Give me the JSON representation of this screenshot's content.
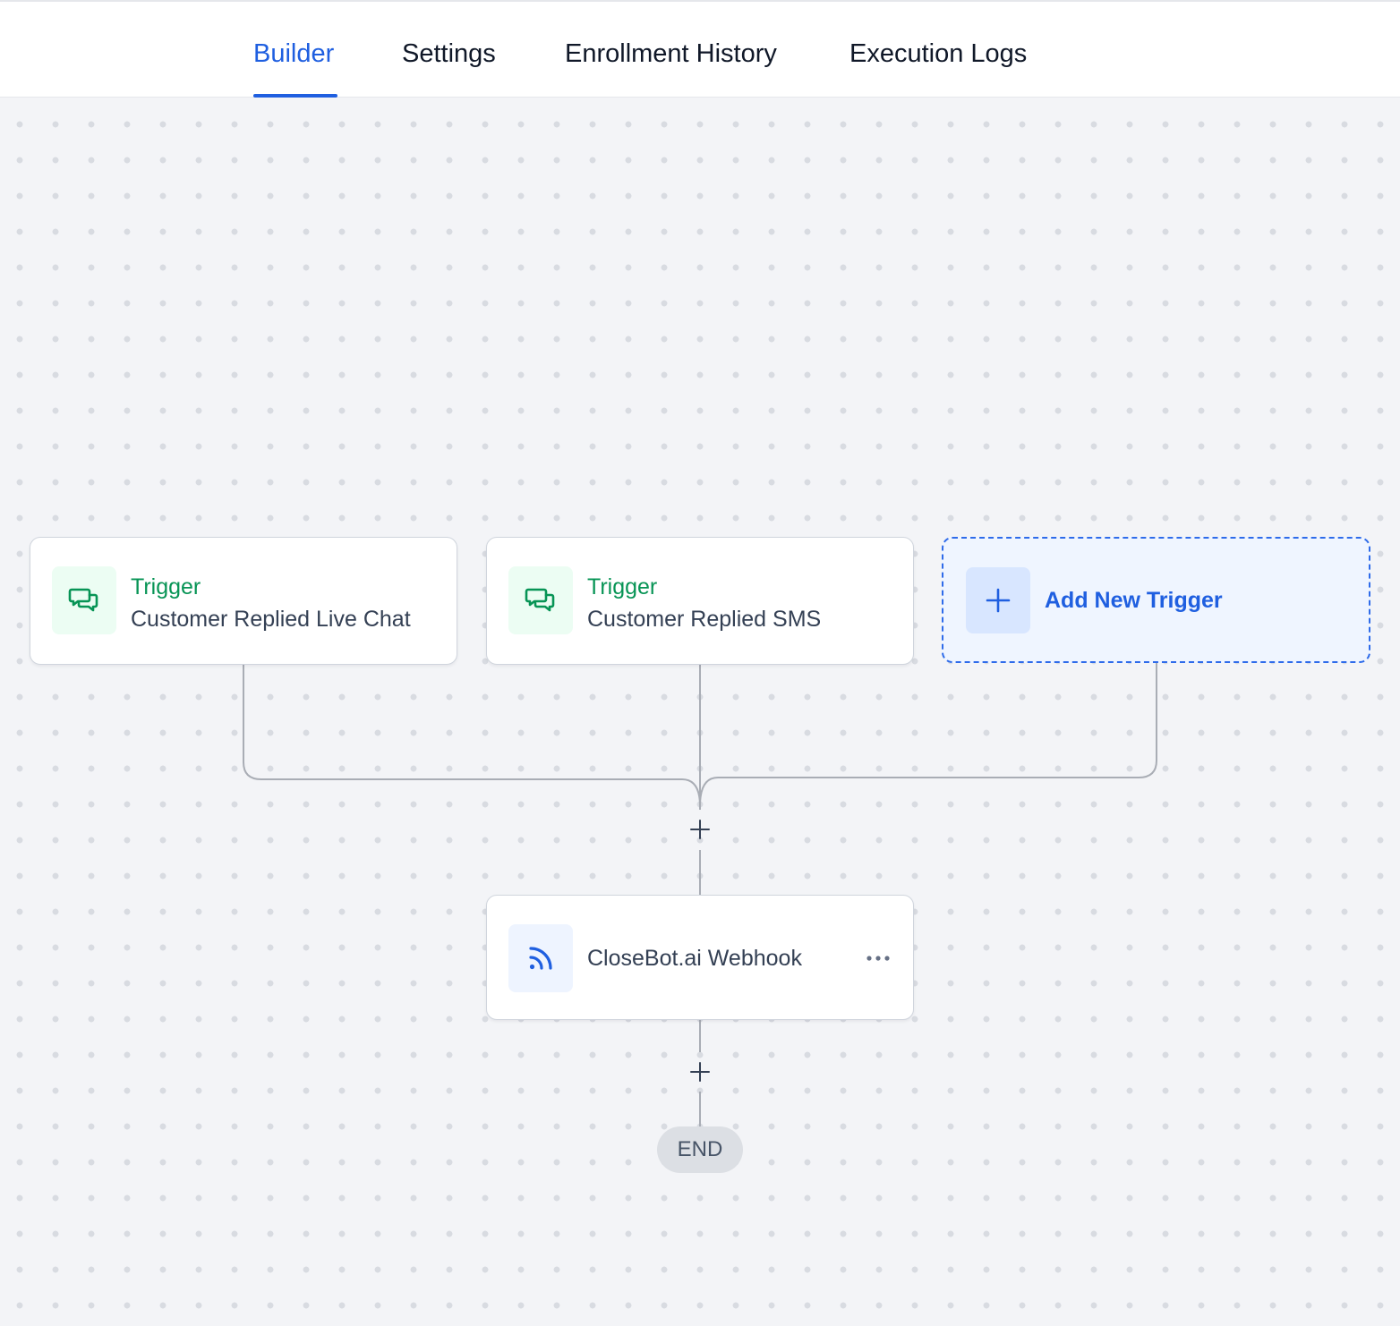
{
  "tabs": [
    {
      "label": "Builder",
      "active": true
    },
    {
      "label": "Settings",
      "active": false
    },
    {
      "label": "Enrollment History",
      "active": false
    },
    {
      "label": "Execution Logs",
      "active": false
    }
  ],
  "triggers": [
    {
      "kind": "Trigger",
      "name": "Customer Replied Live Chat",
      "icon": "chat-bubbles-icon"
    },
    {
      "kind": "Trigger",
      "name": "Customer Replied SMS",
      "icon": "chat-bubbles-icon"
    }
  ],
  "add_trigger": {
    "label": "Add New Trigger",
    "icon": "plus-icon"
  },
  "action": {
    "title": "CloseBot.ai Webhook",
    "icon": "webhook-rss-icon",
    "menu_icon": "more-dots-icon"
  },
  "end": {
    "label": "END"
  },
  "colors": {
    "accent": "#1f5fe0",
    "trigger_green": "#079455",
    "canvas_bg": "#f3f4f7",
    "connector": "#a9adb5"
  }
}
